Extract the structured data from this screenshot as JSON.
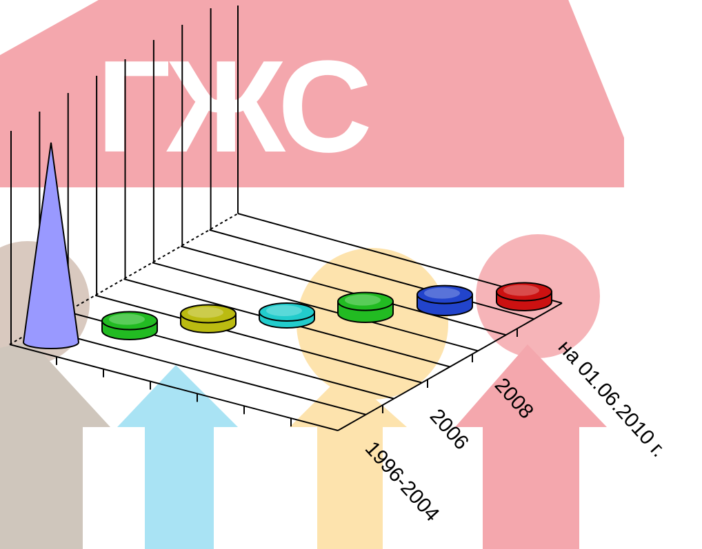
{
  "watermark": {
    "logo_text": "ГЖС",
    "colors": {
      "roof": "#f4a7ad",
      "arrow_1": "#cfc6bc",
      "arrow_2": "#a9e3f4",
      "arrow_3": "#fde3ad",
      "arrow_4": "#f4a7ad",
      "circle_1": "#d9c9bf",
      "circle_3": "#fde3ad",
      "circle_4": "#f6b4b8"
    }
  },
  "chart_data": {
    "type": "bar3d",
    "style": "3D chart with cone and cylinder-shaped markers on a perspective floor, no value axis labels",
    "categories": [
      "1996-2004",
      "2006",
      "2008",
      "на 01.06.2010 г."
    ],
    "marks": [
      {
        "shape": "cone",
        "color": "#9999ff",
        "value": 1.0
      },
      {
        "shape": "cylinder",
        "color": "#22bb22",
        "value": 0.05
      },
      {
        "shape": "cylinder",
        "color": "#bbbb11",
        "value": 0.05
      },
      {
        "shape": "cylinder",
        "color": "#22cccc",
        "value": 0.03
      },
      {
        "shape": "cylinder",
        "color": "#22bb22",
        "value": 0.06
      },
      {
        "shape": "cylinder",
        "color": "#2244cc",
        "value": 0.06
      },
      {
        "shape": "cylinder",
        "color": "#cc1111",
        "value": 0.05
      }
    ],
    "ylim": [
      0,
      1
    ],
    "grid": true,
    "legend": "none"
  }
}
